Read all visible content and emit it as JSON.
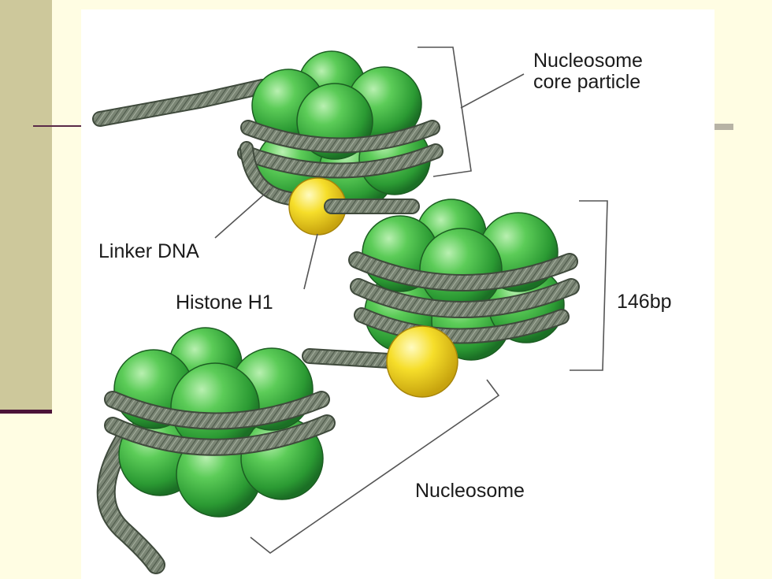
{
  "diagram": {
    "labels": {
      "nucleosome_core_particle_line1": "Nucleosome",
      "nucleosome_core_particle_line2": "core particle",
      "linker_dna": "Linker DNA",
      "histone_h1": "Histone H1",
      "length_146bp": "146bp",
      "nucleosome": "Nucleosome"
    },
    "colors": {
      "background": "#fffde3",
      "sidebar": "#cdc89b",
      "sidebar_rule": "#4b1338",
      "histone_octamer": "#3fae3f",
      "histone_h1": "#f2d21c",
      "dna": "#6d7867",
      "bracket": "#555555"
    }
  }
}
